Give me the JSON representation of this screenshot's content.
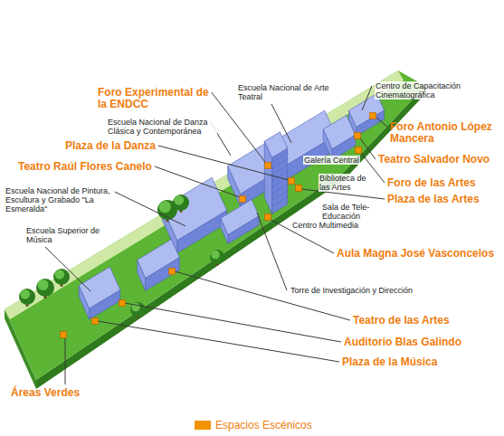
{
  "diagram": {
    "labels": [
      "Foro Experimental de la ENDCC",
      "Escuela Nacional de Arte Teatral",
      "Centro de Capacitación Cinematográfica",
      "Escuela Nacional de Danza Clásica y Contemporánea",
      "Foro Antonio López Mancera",
      "Plaza de la Danza",
      "Teatro Salvador Novo",
      "Teatro Raúl Flores Canelo",
      "Galería Central",
      "Foro de las Artes",
      "Escuela Nacional de Pintura, Escultura y Grabado \"La Esmeralda\"",
      "Biblioteca de las Artes",
      "Plaza de las Artes",
      "Sala de Tele-Educación",
      "Escuela Superior de Música",
      "Centro Multimedia",
      "Aula Magna José Vasconcelos",
      "Torre de Investigación y Dirección",
      "Teatro de las Artes",
      "Auditorio Blas Galindo",
      "Áreas Verdes",
      "Plaza de la Música"
    ],
    "legend": [
      {
        "text": "Espacios Escénicos",
        "color": "#f39200"
      }
    ]
  }
}
